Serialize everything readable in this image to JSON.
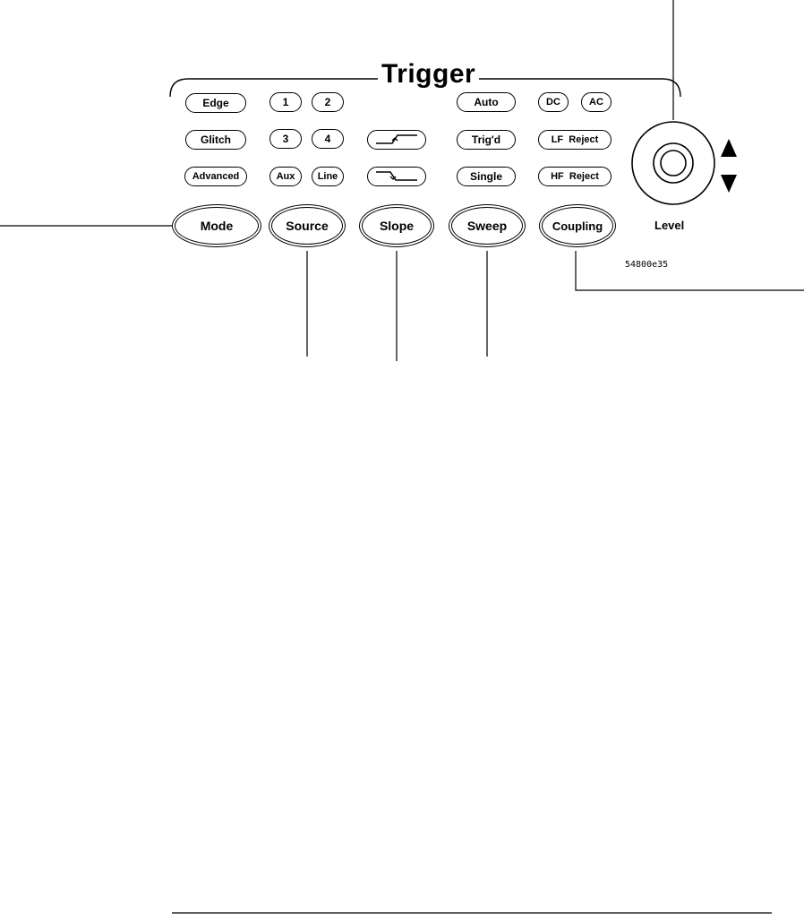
{
  "panel": {
    "title": "Trigger",
    "figure_id": "54800e35"
  },
  "mode": {
    "edge": "Edge",
    "glitch": "Glitch",
    "advanced": "Advanced",
    "main": "Mode"
  },
  "source": {
    "ch1": "1",
    "ch2": "2",
    "ch3": "3",
    "ch4": "4",
    "aux": "Aux",
    "line": "Line",
    "main": "Source"
  },
  "slope": {
    "rising_icon": "rising-edge-icon",
    "falling_icon": "falling-edge-icon",
    "main": "Slope"
  },
  "sweep": {
    "auto": "Auto",
    "trigd": "Trig'd",
    "single": "Single",
    "main": "Sweep"
  },
  "coupling": {
    "dc": "DC",
    "ac": "AC",
    "lf_reject": "LF  Reject",
    "hf_reject": "HF  Reject",
    "main": "Coupling"
  },
  "level": {
    "label": "Level",
    "up_icon": "up-arrow-icon",
    "down_icon": "down-arrow-icon"
  }
}
